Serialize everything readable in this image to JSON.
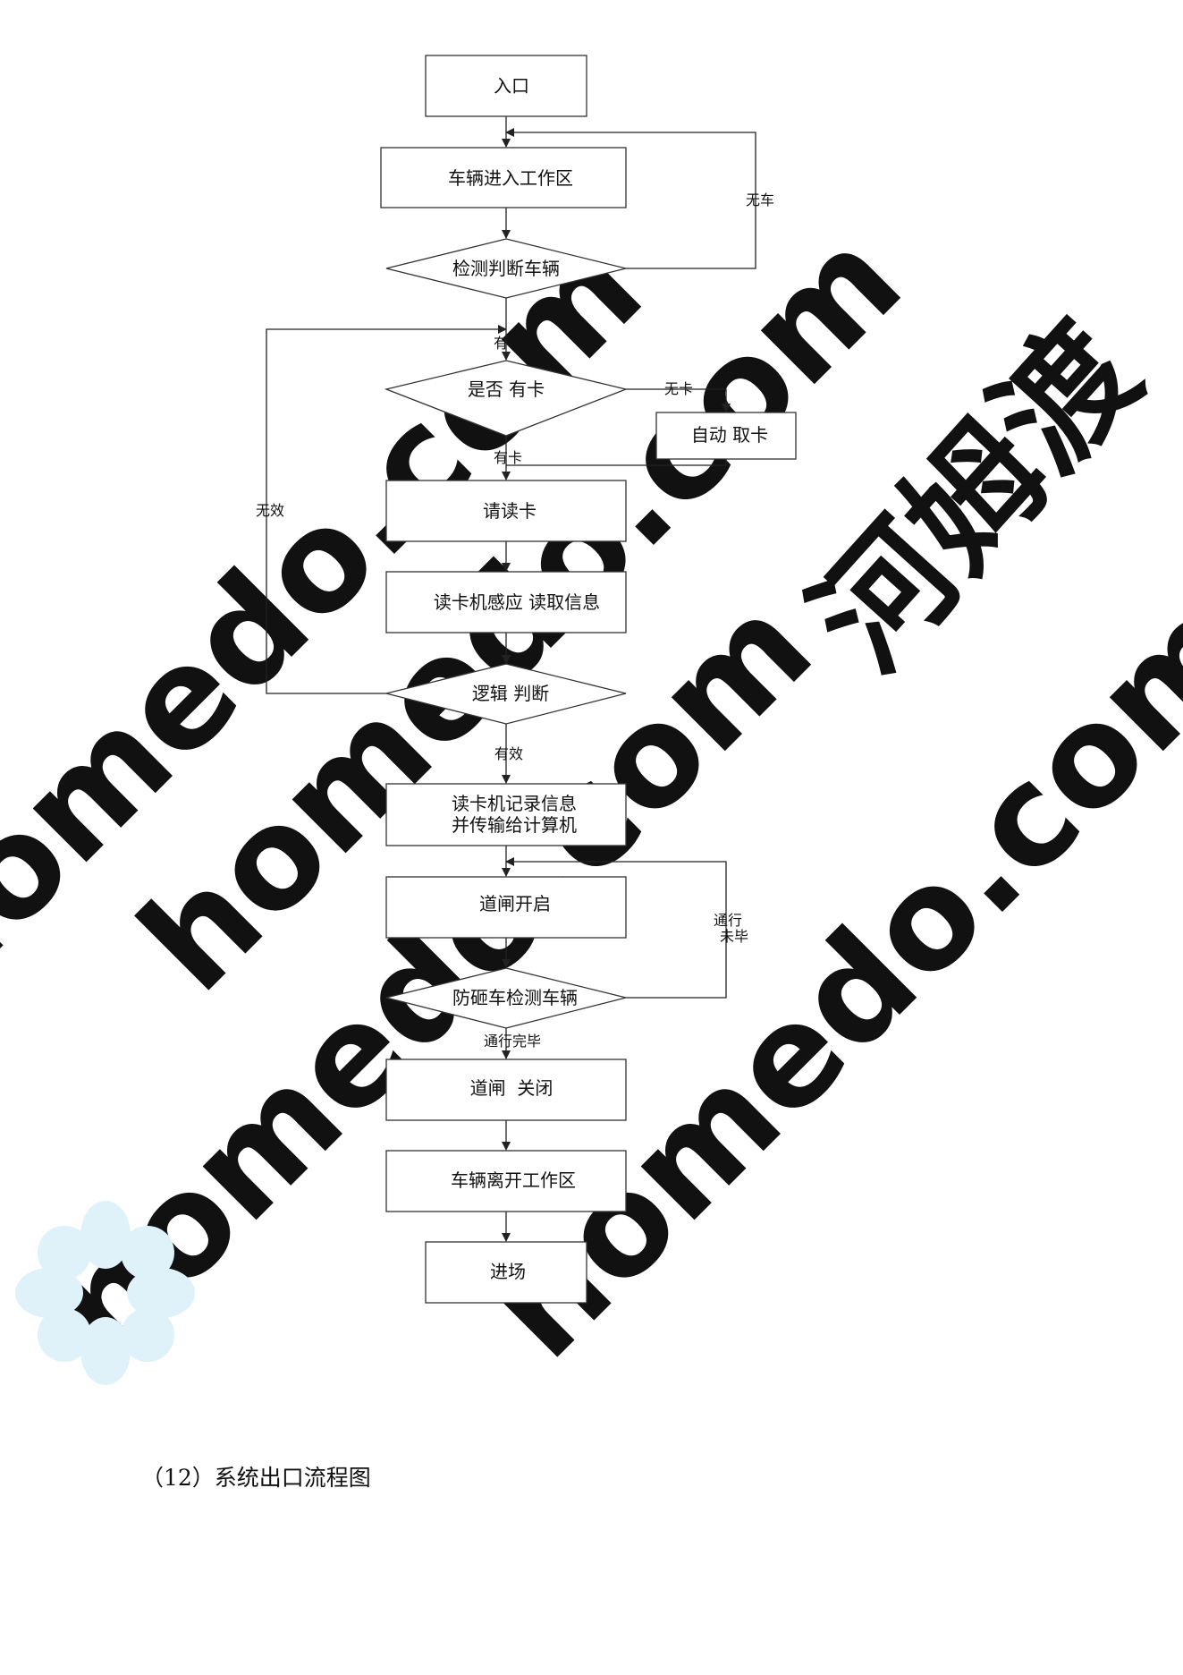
{
  "nodes": {
    "entrance": "入口",
    "enter_work_area": "车辆进入工作区",
    "detect_vehicle": "检测判断车辆",
    "has_card_decision": "是否 有卡",
    "auto_get_card": "自动 取卡",
    "please_read_card": "请读卡",
    "reader_sense": "读卡机感应 读取信息",
    "logic_judge": "逻辑 判断",
    "reader_record_line1": "读卡机记录信息",
    "reader_record_line2": "并传输给计算机",
    "gate_open": "道闸开启",
    "anti_smash_detect": "防砸车检测车辆",
    "gate_close": "道闸  关闭",
    "leave_work_area": "车辆离开工作区",
    "enter_lot": "进场"
  },
  "edges": {
    "no_car": "无车",
    "has_car": "有车",
    "no_card": "无卡",
    "has_card": "有卡",
    "invalid": "无效",
    "valid": "有效",
    "pass_not_done_line1": "通行",
    "pass_not_done_line2": "未毕",
    "pass_done": "通行完毕"
  },
  "watermark": {
    "brand_cn": "河姆渡",
    "domain": "homedo.com"
  },
  "caption": "（12）系统出口流程图",
  "colors": {
    "line": "#222222",
    "watermark_grey": "#d6d6d6",
    "watermark_cyan": "#dff3f8",
    "watermark_green": "#eef6df"
  }
}
